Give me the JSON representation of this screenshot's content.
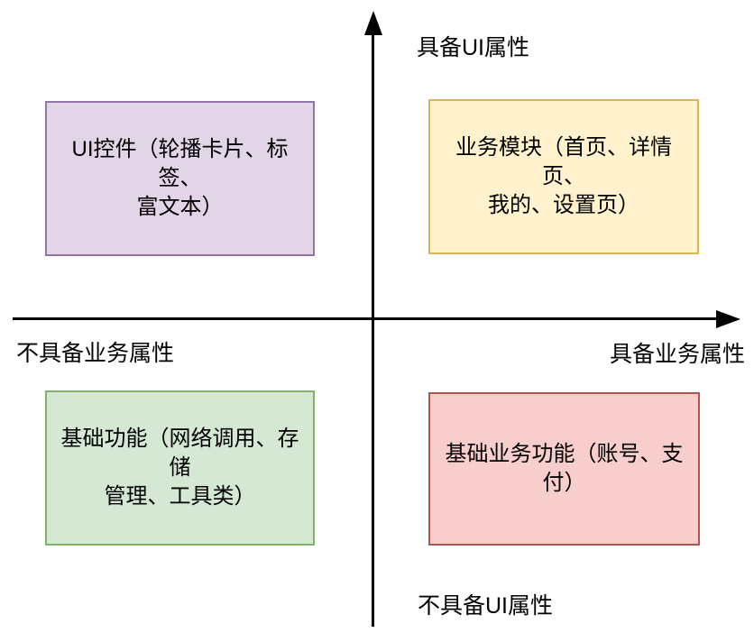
{
  "diagram": {
    "type": "quadrant-chart",
    "background": "#FFFFFF",
    "axis": {
      "color": "#000000",
      "labels": {
        "top": "具备UI属性",
        "bottom": "不具备UI属性",
        "left": "不具备业务属性",
        "right": "具备业务属性"
      }
    },
    "quadrants": [
      {
        "position": "top-left",
        "label": "UI控件（轮播卡片、标签、富文本）",
        "lines": [
          "UI控件（轮播卡片、标签、",
          "富文本）"
        ],
        "fill": "#E1D5E7",
        "border": "#9673A6"
      },
      {
        "position": "top-right",
        "label": "业务模块（首页、详情页、我的、设置页）",
        "lines": [
          "业务模块（首页、详情页、",
          "我的、设置页）"
        ],
        "fill": "#FFF2CC",
        "border": "#D6B656"
      },
      {
        "position": "bottom-left",
        "label": "基础功能（网络调用、存储管理、工具类）",
        "lines": [
          "基础功能（网络调用、存储",
          "管理、工具类）"
        ],
        "fill": "#D5E8D4",
        "border": "#82B366"
      },
      {
        "position": "bottom-right",
        "label": "基础业务功能（账号、支付）",
        "lines": [
          "基础业务功能（账号、支",
          "付）"
        ],
        "fill": "#F8CECC",
        "border": "#B85450"
      }
    ]
  }
}
